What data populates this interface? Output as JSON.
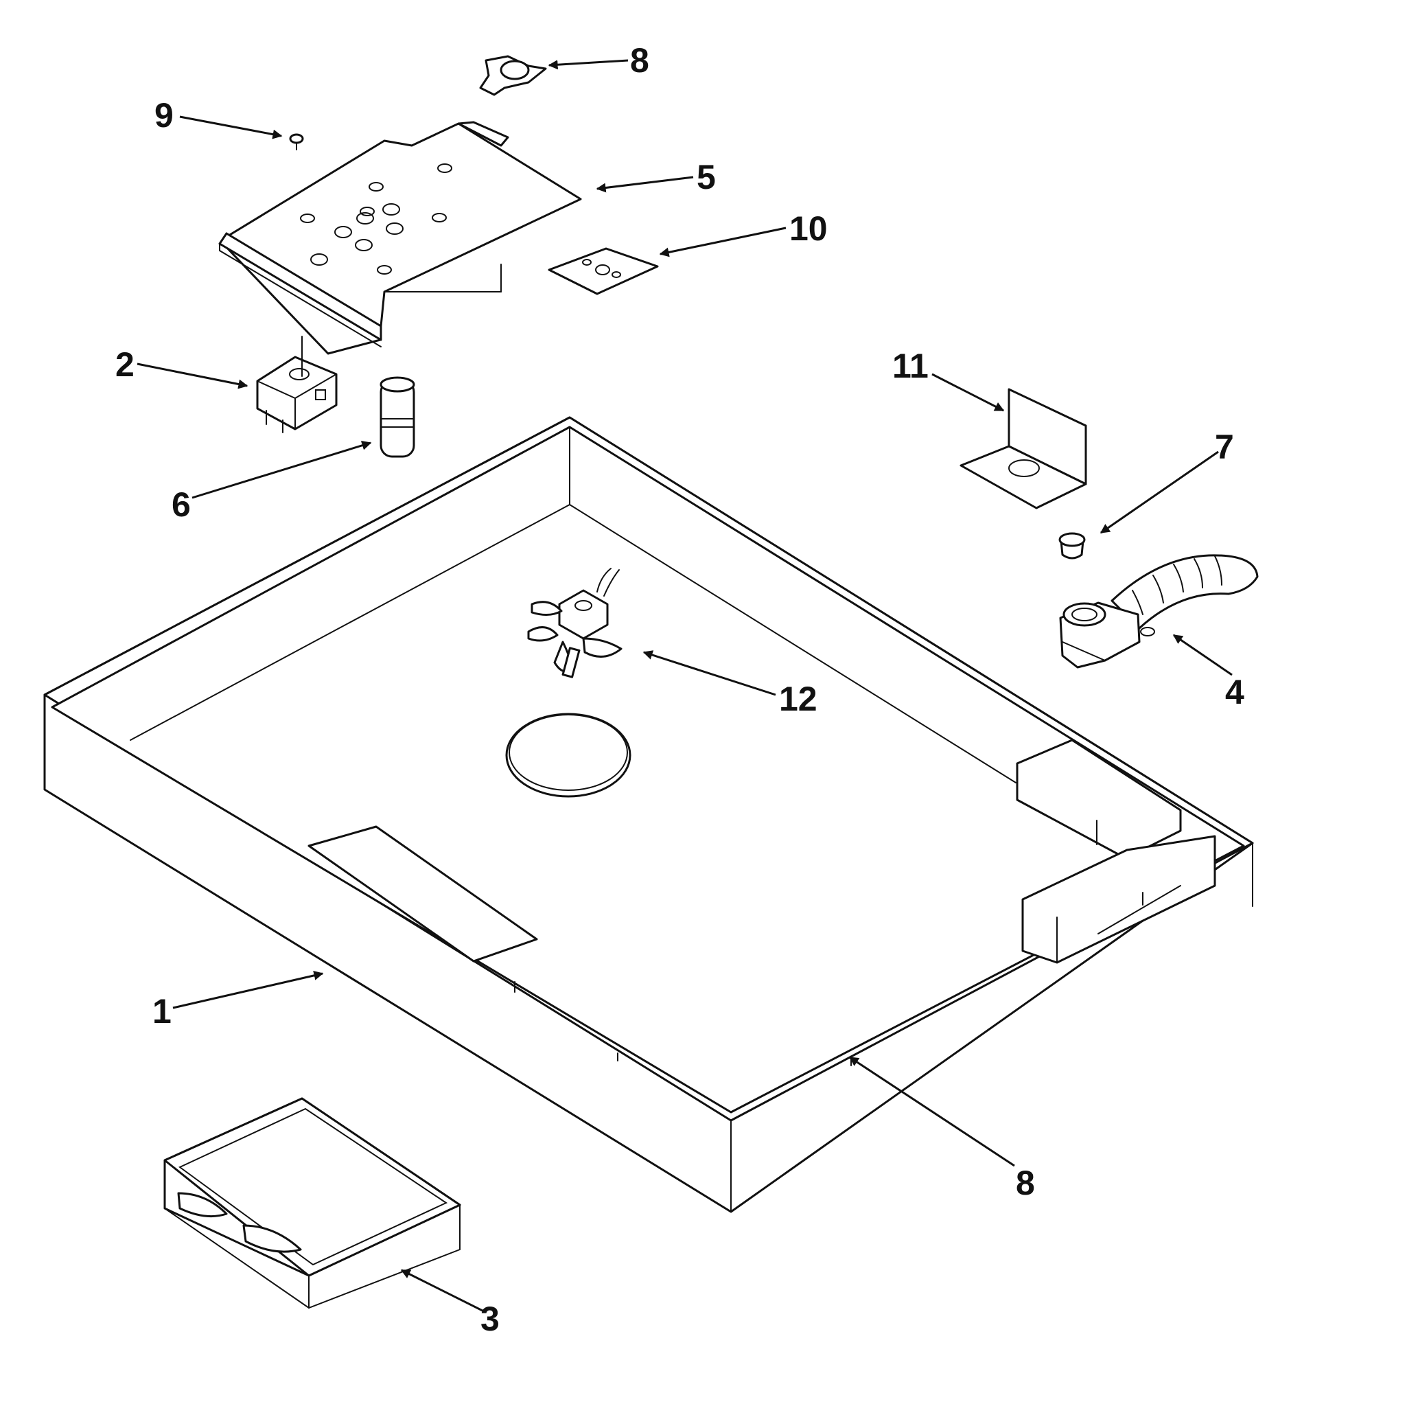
{
  "callouts": [
    {
      "id": "c1",
      "label": "1"
    },
    {
      "id": "c2",
      "label": "2"
    },
    {
      "id": "c3",
      "label": "3"
    },
    {
      "id": "c4",
      "label": "4"
    },
    {
      "id": "c5",
      "label": "5"
    },
    {
      "id": "c6",
      "label": "6"
    },
    {
      "id": "c7",
      "label": "7"
    },
    {
      "id": "c8a",
      "label": "8"
    },
    {
      "id": "c8b",
      "label": "8"
    },
    {
      "id": "c9",
      "label": "9"
    },
    {
      "id": "c10",
      "label": "10"
    },
    {
      "id": "c11",
      "label": "11"
    },
    {
      "id": "c12",
      "label": "12"
    }
  ],
  "colors": {
    "line": "#111111",
    "background": "#ffffff"
  },
  "icons": {
    "arrowhead": "arrow-icon"
  }
}
